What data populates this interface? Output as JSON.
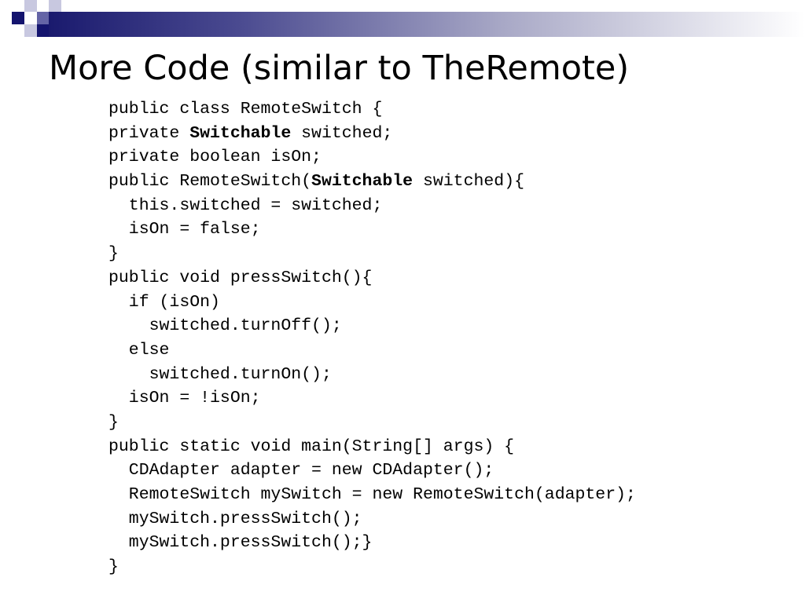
{
  "slide": {
    "title": "More Code (similar to TheRemote)",
    "code_lines": [
      {
        "segments": [
          {
            "text": "public class RemoteSwitch {",
            "bold": false
          }
        ]
      },
      {
        "segments": [
          {
            "text": "private ",
            "bold": false
          },
          {
            "text": "Switchable",
            "bold": true
          },
          {
            "text": " switched;",
            "bold": false
          }
        ]
      },
      {
        "segments": [
          {
            "text": "private boolean isOn;",
            "bold": false
          }
        ]
      },
      {
        "segments": [
          {
            "text": "public RemoteSwitch(",
            "bold": false
          },
          {
            "text": "Switchable",
            "bold": true
          },
          {
            "text": " switched){",
            "bold": false
          }
        ]
      },
      {
        "segments": [
          {
            "text": "  this.switched = switched;",
            "bold": false
          }
        ]
      },
      {
        "segments": [
          {
            "text": "  isOn = false;",
            "bold": false
          }
        ]
      },
      {
        "segments": [
          {
            "text": "}",
            "bold": false
          }
        ]
      },
      {
        "segments": [
          {
            "text": "public void pressSwitch(){",
            "bold": false
          }
        ]
      },
      {
        "segments": [
          {
            "text": "  if (isOn)",
            "bold": false
          }
        ]
      },
      {
        "segments": [
          {
            "text": "    switched.turnOff();",
            "bold": false
          }
        ]
      },
      {
        "segments": [
          {
            "text": "  else",
            "bold": false
          }
        ]
      },
      {
        "segments": [
          {
            "text": "    switched.turnOn();",
            "bold": false
          }
        ]
      },
      {
        "segments": [
          {
            "text": "  isOn = !isOn;",
            "bold": false
          }
        ]
      },
      {
        "segments": [
          {
            "text": "}",
            "bold": false
          }
        ]
      },
      {
        "segments": [
          {
            "text": "public static void main(String[] args) {",
            "bold": false
          }
        ]
      },
      {
        "segments": [
          {
            "text": "  CDAdapter adapter = new CDAdapter();",
            "bold": false
          }
        ]
      },
      {
        "segments": [
          {
            "text": "  RemoteSwitch mySwitch = new RemoteSwitch(adapter);",
            "bold": false
          }
        ]
      },
      {
        "segments": [
          {
            "text": "  mySwitch.pressSwitch();",
            "bold": false
          }
        ]
      },
      {
        "segments": [
          {
            "text": "  mySwitch.pressSwitch();}",
            "bold": false
          }
        ]
      },
      {
        "segments": [
          {
            "text": "}",
            "bold": false
          }
        ]
      }
    ]
  },
  "colors": {
    "decor_dark": "#14146e",
    "decor_mid": "#6464a6",
    "decor_light": "#c8c8e0"
  }
}
